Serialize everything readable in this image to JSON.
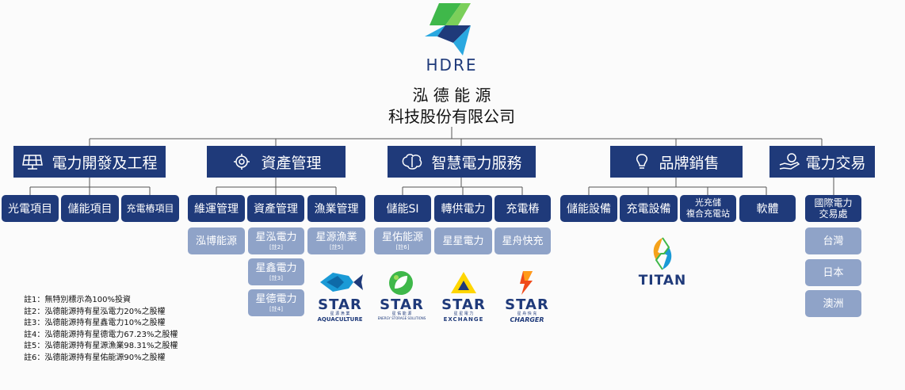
{
  "brand": {
    "logo_text": "HDRE",
    "name_line1": "泓 德 能 源",
    "name_line2": "科技股份有限公司"
  },
  "colors": {
    "primary": "#1f3a7a",
    "secondary": "#8fa3c8",
    "line": "#555555"
  },
  "categories": [
    {
      "label": "電力開發及工程",
      "icon": "solar-panel-icon",
      "items": [
        "光電項目",
        "儲能項目",
        "充電樁項目"
      ]
    },
    {
      "label": "資產管理",
      "icon": "gear-coin-icon",
      "items": [
        "維運管理",
        "資產管理",
        "漁業管理"
      ],
      "subs": [
        "泓博能源",
        "星泓電力",
        "星鑫電力",
        "星德電力",
        "星源漁業"
      ],
      "sub_notes": [
        "",
        "[註2]",
        "[註3]",
        "[註4]",
        "[註5]"
      ]
    },
    {
      "label": "智慧電力服務",
      "icon": "brain-icon",
      "items": [
        "儲能SI",
        "轉供電力",
        "充電樁"
      ],
      "subs": [
        "星佑能源",
        "星星電力",
        "星舟快充"
      ],
      "sub_notes": [
        "[註6]",
        "",
        ""
      ]
    },
    {
      "label": "品牌銷售",
      "icon": "lightbulb-icon",
      "items": [
        "儲能設備",
        "充電設備",
        "光充儲複合充電站",
        "軟體"
      ],
      "item3_line1": "光充儲",
      "item3_line2": "複合充電站"
    },
    {
      "label": "電力交易",
      "icon": "hand-coin-icon",
      "items": [
        "國際電力交易處",
        "台灣",
        "日本",
        "澳洲"
      ],
      "item1_line1": "國際電力",
      "item1_line2": "交易處"
    }
  ],
  "logos": {
    "star": "STAR",
    "aquaculture": "AQUACULTURE",
    "aquaculture_cn": "星 源 漁 業",
    "storage": "ENERGY STORAGE SOLUTIONS",
    "storage_cn": "星 佑 能 源",
    "exchange": "EXCHANGE",
    "exchange_cn": "星 星 電 力",
    "charger": "CHARGER",
    "charger_cn": "星 舟 快 充",
    "titan": "TITAN"
  },
  "notes": [
    "註1：無特別標示為100%投資",
    "註2：泓德能源持有星泓電力20%之股權",
    "註3：泓德能源持有星鑫電力10%之股權",
    "註4：泓德能源持有星德電力67.23%之股權",
    "註5：泓德能源持有星源漁業98.31%之股權",
    "註6：泓德能源持有星佑能源90%之股權"
  ]
}
